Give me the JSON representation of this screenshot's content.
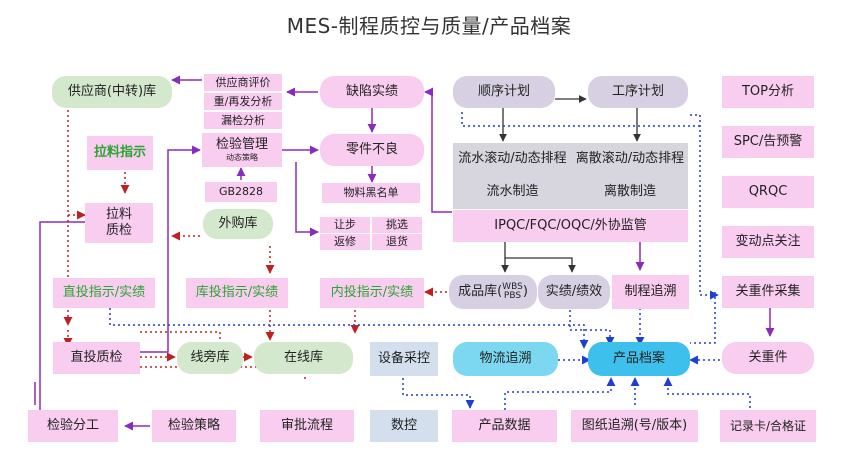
{
  "title": "MES-制程质控与质量/产品档案",
  "nodes": {
    "supplier_warehouse": "供应商(中转)库",
    "supplier_eval": "供应商评价",
    "repeat_analysis": "重/再发分析",
    "missed_inspection": "漏检分析",
    "inspection_mgmt": "检验管理",
    "dynamic_strategy": "动态策略",
    "gb2828": "GB2828",
    "defect_followup": "缺陷实绩",
    "parts_defect": "零件不良",
    "material_blacklist": "物料黑名单",
    "concession": "让步",
    "pick_select": "挑选",
    "rework": "返修",
    "return_goods": "退货",
    "pull_instruction": "拉料指示",
    "pull_inspection_1": "拉料",
    "pull_inspection_2": "质检",
    "purchase_warehouse": "外购库",
    "direct_instruction": "直投指示/实绩",
    "warehouse_instruction": "库投指示/实绩",
    "internal_instruction": "内投指示/实绩",
    "direct_inspection": "直投质检",
    "line_side_warehouse": "线旁库",
    "online_warehouse": "在线库",
    "inspection_assign": "检验分工",
    "inspection_strategy": "检验策略",
    "approval_flow": "审批流程",
    "sequence_plan": "顺序计划",
    "process_plan": "工序计划",
    "flow_scheduling": "流水滚动/动态排程",
    "discrete_scheduling": "离散滚动/动态排程",
    "flow_manufacturing": "流水制造",
    "discrete_manufacturing": "离散制造",
    "ipqc": "IPQC/FQC/OQC/外协监管",
    "finished_goods": "成品库(",
    "finished_goods_close": ")",
    "wbs": "WBS",
    "pbs": "PBS",
    "performance": "实绩/绩效",
    "process_trace": "制程追溯",
    "equipment_monitor": "设备采控",
    "cnc": "数控",
    "logistics_trace": "物流追溯",
    "product_archive": "产品档案",
    "product_data": "产品数据",
    "drawing_trace": "图纸追溯(号/版本)",
    "record_card": "记录卡/合格证",
    "top_analysis": "TOP分析",
    "spc_alert": "SPC/告预警",
    "qrqc": "QRQC",
    "change_point": "变动点关注",
    "key_parts_collect": "关重件采集",
    "key_parts": "关重件"
  },
  "colors": {
    "pink_fill": "#f9cdf0",
    "green_fill": "#d3e8cc",
    "lavender_fill": "#d6d0e2",
    "gray_fill": "#d7d5de",
    "blue_fill": "#d4dfee",
    "cyan_fill": "#7cd8f1",
    "cyan_strong": "#3ec0ec",
    "purple_arrow": "#8a2bbf",
    "red_dotted": "#c0201f",
    "blue_dotted": "#1f3fcf",
    "dark_arrow": "#333333",
    "green_text": "#2aa531"
  }
}
